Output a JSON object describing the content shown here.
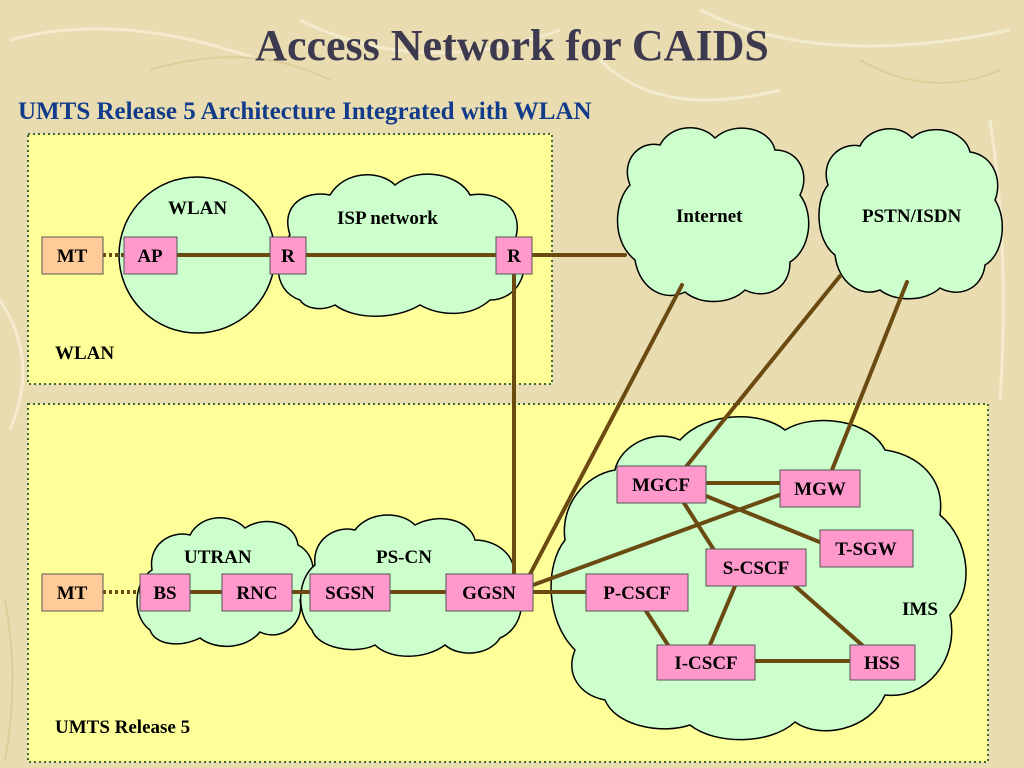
{
  "title": "Access Network for CAIDS",
  "subtitle": "UMTS Release 5 Architecture Integrated with WLAN",
  "colors": {
    "region_fill": "#ffff99",
    "cloud_fill": "#ccffcc",
    "node_fill": "#ff99cc",
    "terminal_fill": "#ffcc99",
    "link": "#6b4a12"
  },
  "regions": {
    "wlan": "WLAN",
    "umts": "UMTS Release 5"
  },
  "clouds": {
    "wlan": "WLAN",
    "isp": "ISP network",
    "internet": "Internet",
    "pstn": "PSTN/ISDN",
    "utran": "UTRAN",
    "pscn": "PS-CN",
    "ims": "IMS"
  },
  "nodes": {
    "mt_wlan": "MT",
    "ap": "AP",
    "r1": "R",
    "r2": "R",
    "mt_umts": "MT",
    "bs": "BS",
    "rnc": "RNC",
    "sgsn": "SGSN",
    "ggsn": "GGSN",
    "pcscf": "P-CSCF",
    "mgcf": "MGCF",
    "mgw": "MGW",
    "tsgw": "T-SGW",
    "scscf": "S-CSCF",
    "icscf": "I-CSCF",
    "hss": "HSS"
  }
}
